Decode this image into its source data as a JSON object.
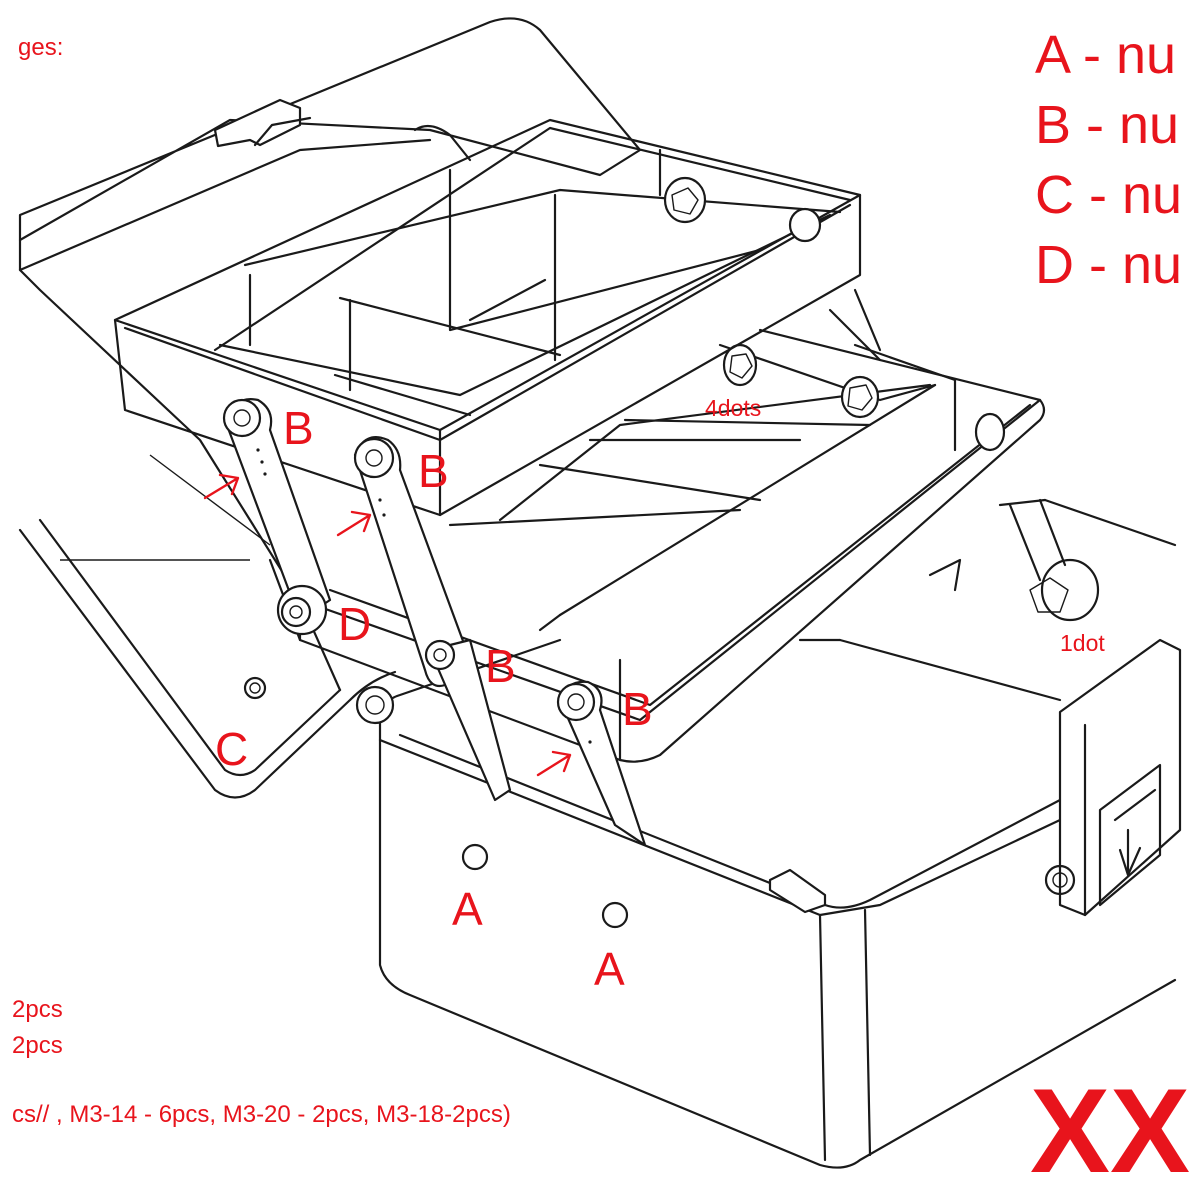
{
  "header": {
    "partial_heading": "ges:"
  },
  "legend": [
    {
      "text": "A - nu"
    },
    {
      "text": "B - nu"
    },
    {
      "text": "C - nu"
    },
    {
      "text": "D - nu"
    }
  ],
  "labels": {
    "b1": "B",
    "b2": "B",
    "b3": "B",
    "b4": "B",
    "d1": "D",
    "c1": "C",
    "a1": "A",
    "a2": "A",
    "four_dots": "4dots",
    "one_dot": "1dot"
  },
  "notes": {
    "line1": "2pcs",
    "line2": "2pcs",
    "line3": "cs// , M3-14 - 6pcs, M3-20 - 2pcs, M3-18-2pcs)"
  },
  "watermark": "XX",
  "colors": {
    "annotation": "#e8141c",
    "line": "#1a1a1a",
    "background": "#ffffff"
  }
}
